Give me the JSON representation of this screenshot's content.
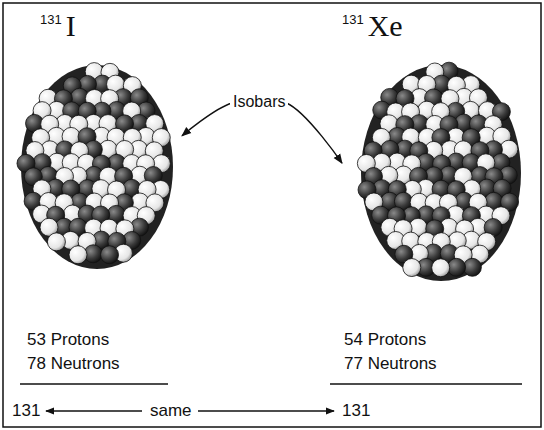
{
  "diagram": {
    "nodes": [
      {
        "text": [
          "131",
          "I"
        ]
      },
      {
        "text": [
          "131",
          "Xe"
        ]
      }
    ],
    "edges": [
      {
        "from": 0,
        "to": 1,
        "label": "Isobars",
        "arrow": "both"
      }
    ],
    "labels": [
      "53 Protons",
      "78 Neutrons",
      "54 Protons",
      "77 Neutrons",
      "131",
      "same",
      "131"
    ]
  }
}
